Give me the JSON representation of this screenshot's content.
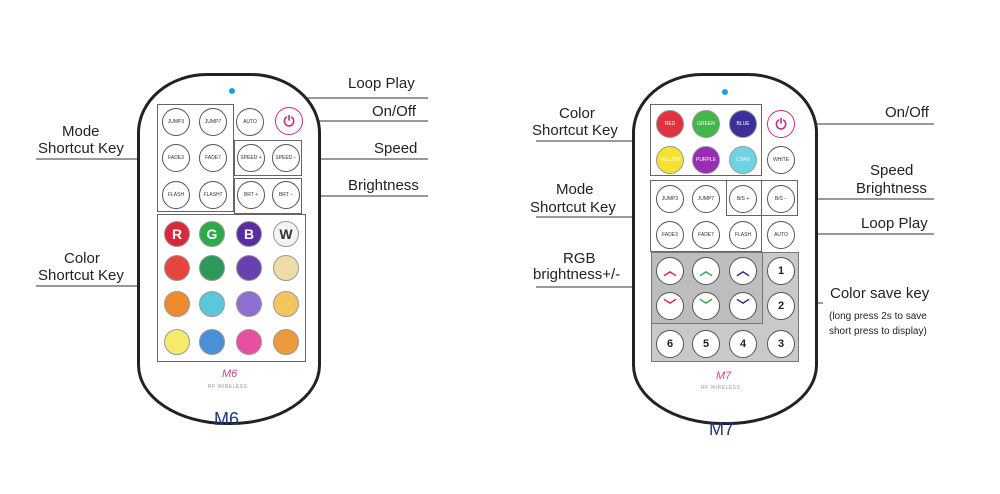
{
  "m6": {
    "model": "M6",
    "brand": "M6",
    "rf": "RF WIRELESS",
    "labels": {
      "loop_play": "Loop Play",
      "on_off": "On/Off",
      "speed": "Speed",
      "brightness": "Brightness",
      "mode_shortcut_1": "Mode",
      "mode_shortcut_2": "Shortcut Key",
      "color_shortcut_1": "Color",
      "color_shortcut_2": "Shortcut Key"
    },
    "buttons": {
      "jump3": "JUMP3",
      "jump7": "JUMP7",
      "auto": "AUTO",
      "fade3": "FADE3",
      "fade7": "FADE7",
      "speed_plus": "SPEED +",
      "speed_minus": "SPEED −",
      "flash": "FLASH",
      "flash7": "FLASH7",
      "brt_plus": "BRT +",
      "brt_minus": "BRT −",
      "r": "R",
      "g": "G",
      "b": "B",
      "w": "W"
    },
    "colors": [
      [
        "#d8283a",
        "#2da94a",
        "#5a2ca0",
        "#f3f3f3"
      ],
      [
        "#e5473f",
        "#2e9a5a",
        "#6a3fb0",
        "#f0dca8"
      ],
      [
        "#ef8a2e",
        "#5bc7d9",
        "#8e6ed0",
        "#f3c55a"
      ],
      [
        "#f6ea6a",
        "#4a8fd8",
        "#e84fa0",
        "#ec9a3a"
      ]
    ]
  },
  "m7": {
    "model": "M7",
    "brand": "M7",
    "rf": "RF WIRELESS",
    "labels": {
      "color_shortcut_1": "Color",
      "color_shortcut_2": "Shortcut Key",
      "on_off": "On/Off",
      "speed_brightness_1": "Speed",
      "speed_brightness_2": "Brightness",
      "mode_shortcut_1": "Mode",
      "mode_shortcut_2": "Shortcut Key",
      "loop_play": "Loop Play",
      "rgb_1": "RGB",
      "rgb_2": "brightness+/-",
      "color_save": "Color save key",
      "note_1": "(long press 2s to save",
      "note_2": "short press to display)"
    },
    "buttons": {
      "red": "RED",
      "green": "GREEN",
      "blue": "BLUE",
      "yellow": "YELLOW",
      "purple": "PURPLE",
      "cyan": "CYAN",
      "white": "WHITE",
      "jump3": "JUMP3",
      "jump7": "JUMP7",
      "bs_plus": "B/S +",
      "bs_minus": "B/S −",
      "fade3": "FADE3",
      "fade7": "FADE7",
      "flash": "FLASH",
      "auto": "AUTO",
      "n1": "1",
      "n2": "2",
      "n3": "3",
      "n4": "4",
      "n5": "5",
      "n6": "6"
    },
    "button_colors": {
      "red": "#e0333f",
      "green": "#43b649",
      "blue": "#3b2f9a",
      "yellow": "#f3e233",
      "purple": "#9a2bb6",
      "cyan": "#6fd3e6",
      "up_red": "#d8283a",
      "up_green": "#2da94a",
      "up_blue": "#21307a"
    }
  }
}
